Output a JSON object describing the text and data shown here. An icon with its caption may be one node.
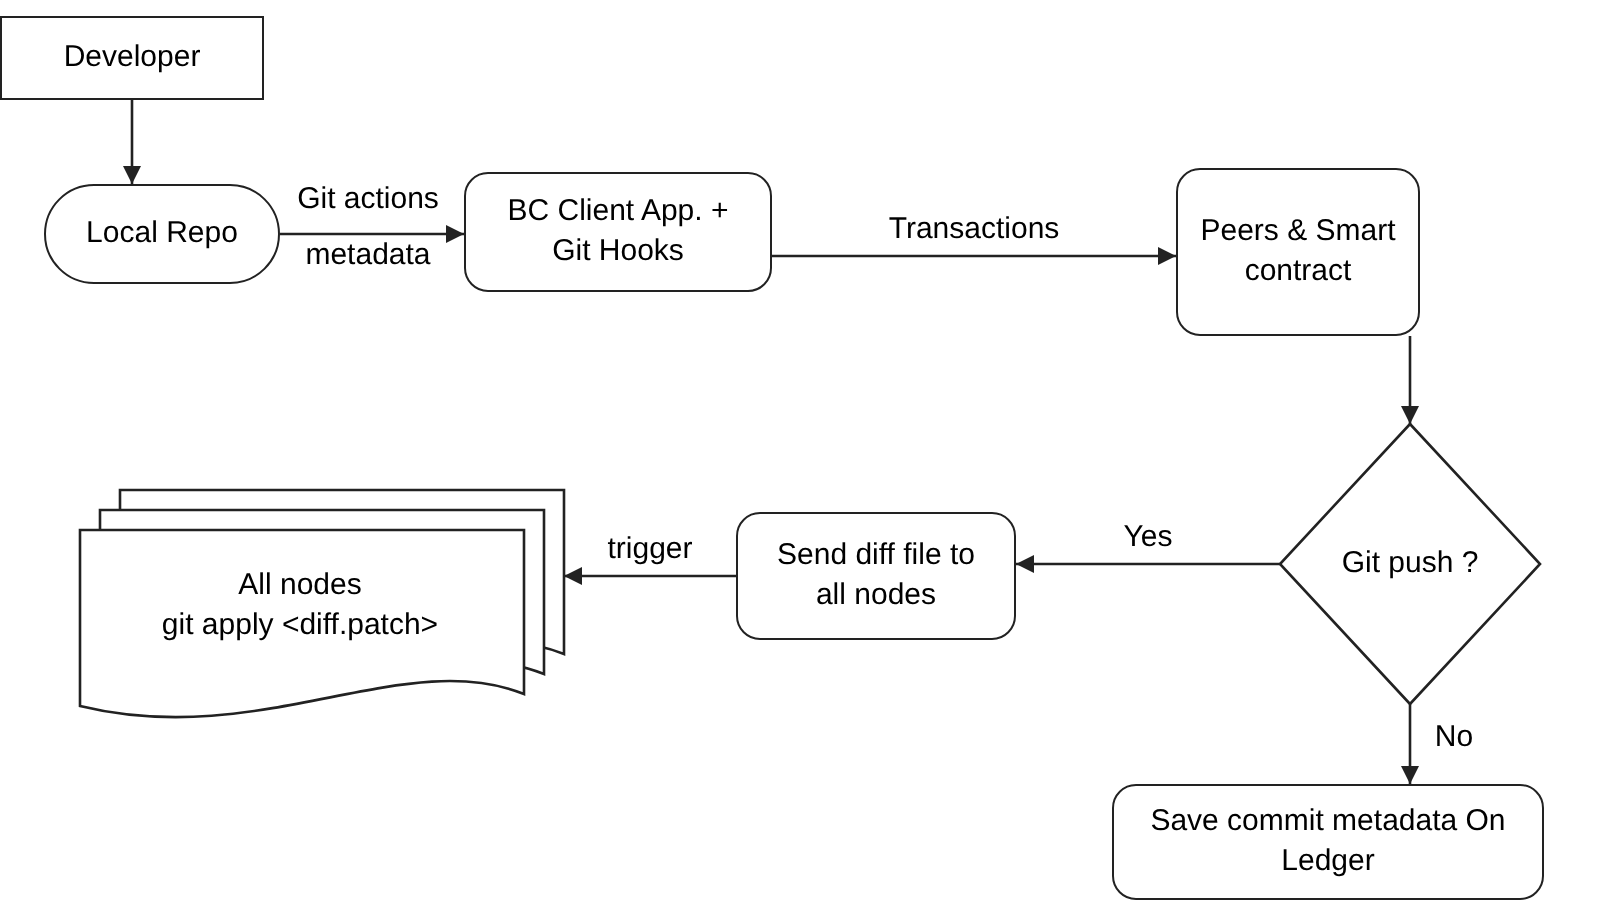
{
  "diagram": {
    "nodes": [
      {
        "text": [
          "Developer"
        ]
      },
      {
        "text": [
          "Local Repo"
        ]
      },
      {
        "text": [
          "BC Client App. + Git Hooks"
        ]
      },
      {
        "text": [
          "Peers & Smart contract"
        ]
      },
      {
        "text": [
          "Git push ?"
        ]
      },
      {
        "text": [
          "Send diff file to all nodes"
        ]
      },
      {
        "text": [
          "All nodes",
          "git apply <diff.patch>"
        ]
      },
      {
        "text": [
          "Save commit metadata On Ledger"
        ]
      }
    ],
    "edges": [
      {
        "from": 0,
        "to": 1,
        "arrow": "to"
      },
      {
        "from": 1,
        "to": 2,
        "arrow": "to",
        "label": "Git actions metadata"
      },
      {
        "from": 2,
        "to": 3,
        "arrow": "to",
        "label": "Transactions"
      },
      {
        "from": 3,
        "to": 4,
        "arrow": "to"
      },
      {
        "from": 4,
        "to": 5,
        "arrow": "to",
        "label": "Yes"
      },
      {
        "from": 5,
        "to": 6,
        "arrow": "to",
        "label": "trigger"
      },
      {
        "from": 4,
        "to": 7,
        "arrow": "to",
        "label": "No"
      }
    ]
  }
}
